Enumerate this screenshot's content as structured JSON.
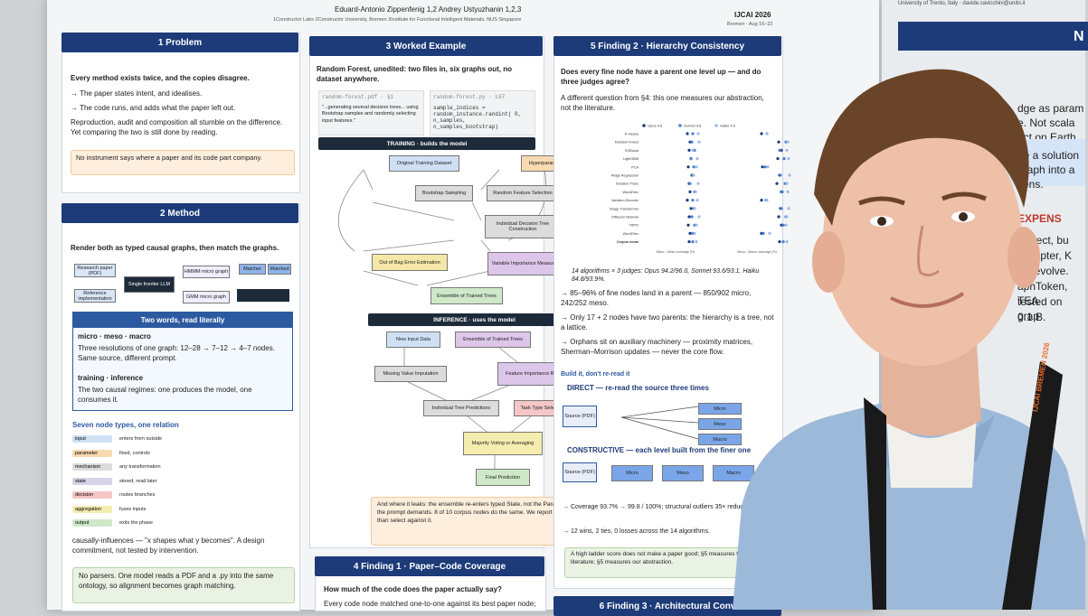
{
  "poster": {
    "authors": "Eduard-Antonio Zippenfenig 1,2    Andrey Ustyuzhanin 1,2,3",
    "affiliations": "1Constructor Labs   2Constructor University, Bremen   3Institute for Functional Intelligent Materials, NUS Singapore",
    "conference": "IJCAI 2026",
    "venue": "Bremen · Aug 16–22",
    "problem": {
      "header": "1 Problem",
      "lead": "Every method exists twice, and the copies disagree.",
      "line1": "→ The paper states intent, and idealises.",
      "line2": "→ The code runs, and adds what the paper left out.",
      "body": "Reproduction, audit and composition all stumble on the difference. Yet comparing the two is still done by reading.",
      "callout": "No instrument says where a paper and its code part company."
    },
    "method": {
      "header": "2 Method",
      "lead": "Render both as typed causal graphs, then match the graphs.",
      "diag": [
        "Research paper (PDF)",
        "Reference implementation",
        "Single frontier LLM",
        "HMMM micro graph",
        "GMM micro graph",
        "Matcher",
        "Matched"
      ],
      "panel_title": "Two words, read literally",
      "mmm_title": "micro · meso · macro",
      "mmm_body": "Three resolutions of one graph: 12–28 → 7–12 → 4–7 nodes. Same source, different prompt.",
      "ti_title": "training · inference",
      "ti_body": "The two causal regimes: one produces the model, one consumes it.",
      "types_title": "Seven node types, one relation",
      "types": [
        {
          "name": "input",
          "desc": "enters from outside",
          "color": "#cfe0f5"
        },
        {
          "name": "parameter",
          "desc": "fixed, controls",
          "color": "#f8d9b0"
        },
        {
          "name": "mechanism",
          "desc": "any transformation",
          "color": "#dcdcdc"
        },
        {
          "name": "state",
          "desc": "stored, read later",
          "color": "#d4d4e6"
        },
        {
          "name": "decision",
          "desc": "routes branches",
          "color": "#f5c6c6"
        },
        {
          "name": "aggregation",
          "desc": "fuses inputs",
          "color": "#f5ecb0"
        },
        {
          "name": "output",
          "desc": "exits the phase",
          "color": "#cfe8c8"
        }
      ],
      "relation": "causally-influences — \"x shapes what y becomes\". A design commitment, not tested by intervention.",
      "footer": "No parsers. One model reads a PDF and a .py into the same ontology, so alignment becomes graph matching."
    },
    "example": {
      "header": "3 Worked Example",
      "lead": "Random Forest, unedited: two files in, six graphs out, no dataset anywhere.",
      "pdf_label": "random-forest.pdf · §1",
      "pdf_quote": "\"...generating several decision trees... using Bootstrap samples and randomly selecting input features.\"",
      "py_label": "random-forest.py · L67",
      "py_code": "sample_indices = random_instance.randint( 0, n_samples, n_samples_bootstrap)",
      "train_header": "TRAINING · builds the model",
      "train_nodes": [
        "Original Training Dataset",
        "Hyperparameters",
        "Bootstrap Sampling",
        "Random Feature Selection",
        "Individual Decision Tree Construction",
        "Out of Bag Error Estimation",
        "Variable Importance Measures",
        "Ensemble of Trained Trees"
      ],
      "infer_header": "INFERENCE · uses the model",
      "infer_nodes": [
        "New Input Data",
        "Ensemble of Trained Trees",
        "Missing Value Imputation",
        "Feature Importance Ranking",
        "Individual Tree Predictions",
        "Task Type Selection",
        "Majority Voting or Averaging",
        "Final Prediction"
      ],
      "leak": "And where it leaks: the ensemble re-enters typed State, not the Parameter the prompt demands. 8 of 10 corpus nodes do the same. We report it rather than select against it."
    },
    "finding1": {
      "header": "4 Finding 1 · Paper–Code Coverage",
      "lead": "How much of the code does the paper actually say?",
      "body": "Every code node matched one-to-one against its best paper node;"
    },
    "finding2": {
      "header": "5 Finding 2 · Hierarchy Consistency",
      "lead": "Does every fine node have a parent one level up — and do three judges agree?",
      "intro": "A different question from §4: this one measures our abstraction, not the literature.",
      "legend": [
        "Opus 4.6",
        "Sonnet 4.6",
        "Haiku 4.5"
      ],
      "algos": [
        "K-means",
        "Random Forest",
        "XGBoost",
        "LightGBM",
        "PCA",
        "Ridge Regression",
        "Decision Trees",
        "Word2Vec",
        "Variation Decoder",
        "Image Transformer",
        "Diffusion Network",
        "TRPO",
        "Word2Vec",
        "Corpus mean"
      ],
      "xlabel_left": "Micro→Meso coverage (%)",
      "xlabel_right": "Meso→Macro coverage (%)",
      "caption": "14 algorithms × 3 judges: Opus 94.2/96.0, Sonnet 93.6/93.1, Haiku 84.8/93.9%.",
      "b1": "→ 85–96% of fine nodes land in a parent — 850/902 micro, 242/252 meso.",
      "b2": "→ Only 17 + 2 nodes have two parents: the hierarchy is a tree, not a lattice.",
      "b3": "→ Orphans sit on auxiliary machinery — proximity matrices, Sherman–Morrison updates — never the core flow.",
      "build_title": "Build it, don't re-read it",
      "direct": "DIRECT — re-read the source three times",
      "source": "Source (PDF)",
      "levels": [
        "Micro",
        "Meso",
        "Macro"
      ],
      "constructive": "CONSTRUCTIVE — each level built from the finer one",
      "coverage": "→ Coverage 93.7% → 99.8 / 100%; structural outliers 35× reduction.",
      "wins": "→ 12 wins, 2 ties, 0 losses across the 14 algorithms.",
      "callout": "A high ladder score does not make a paper good; §5 measures the literature; §5 measures our abstraction.",
      "next_header": "6 Finding 3 · Architectural Conv"
    }
  },
  "right_poster": {
    "line1": "University of Trento, Italy · davide.cavicchini@unitn.it",
    "header_char": "N",
    "t1": "dge as param",
    "t2": "e. Not scala",
    "t3": "act on Earth",
    "t4": "be a solution",
    "t5": "graph into a",
    "t6": "kens.",
    "red": "EXPENS",
    "t7": "correct, bu",
    "t8": "-Adapter, K",
    "t9": "Gs evolve.",
    "t10": "aphToken, TEA",
    "t11": "tested on grap",
    "t12": "0.1 B."
  },
  "lanyard": {
    "text": "IJCAI BREMEN 2026"
  }
}
